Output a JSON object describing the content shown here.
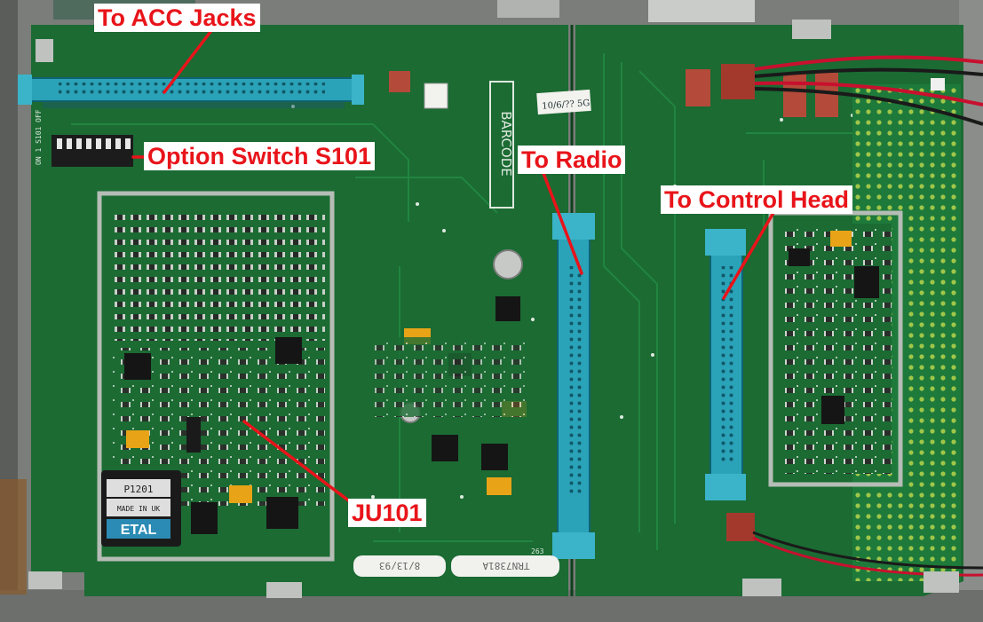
{
  "labels": {
    "acc_jacks": "To ACC Jacks",
    "option_switch": "Option Switch S101",
    "to_radio": "To Radio",
    "to_control_head": "To Control Head",
    "ju101": "JU101"
  },
  "silkscreen": {
    "barcode": "BARCODE",
    "module_part": "P1201",
    "module_made": "MADE IN UK",
    "module_brand": "ETAL",
    "date_sticker": "8/13/93",
    "model_sticker": "TRN7381A",
    "handwritten_date": "10/6/?? 5G",
    "board_number": "263",
    "switch_ref": "ON 1 S101 OFF"
  },
  "colors": {
    "board": "#1b6b33",
    "connector": "#2aa3b8",
    "annotation": "#e8141a"
  }
}
